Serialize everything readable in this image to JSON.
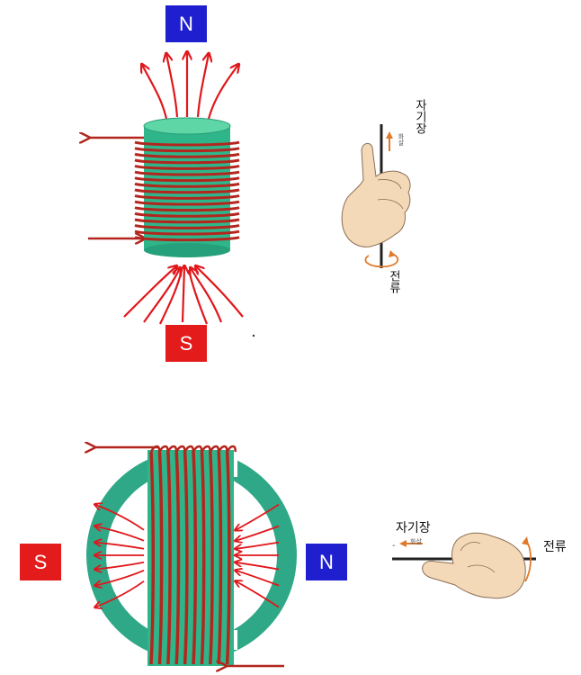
{
  "colors": {
    "north": "#1F1FD0",
    "south": "#E41B1B",
    "field_line": "#E0171B",
    "winding": "#B3261E",
    "core": "#2FB58A",
    "core_top": "#5FD6A6",
    "ring": "#2EA887",
    "skin": "#F3D9B8",
    "skin_outline": "#8C6E55",
    "arrow_orange": "#E07A2B"
  },
  "solenoid": {
    "north_label": "N",
    "south_label": "S"
  },
  "hand_vertical": {
    "field_label": "자기장",
    "small_label": "화살",
    "current_label": "전류"
  },
  "toroid": {
    "south_label": "S",
    "north_label": "N"
  },
  "hand_horizontal": {
    "field_label": "자기장",
    "small_label": "화살",
    "current_label": "전류"
  }
}
